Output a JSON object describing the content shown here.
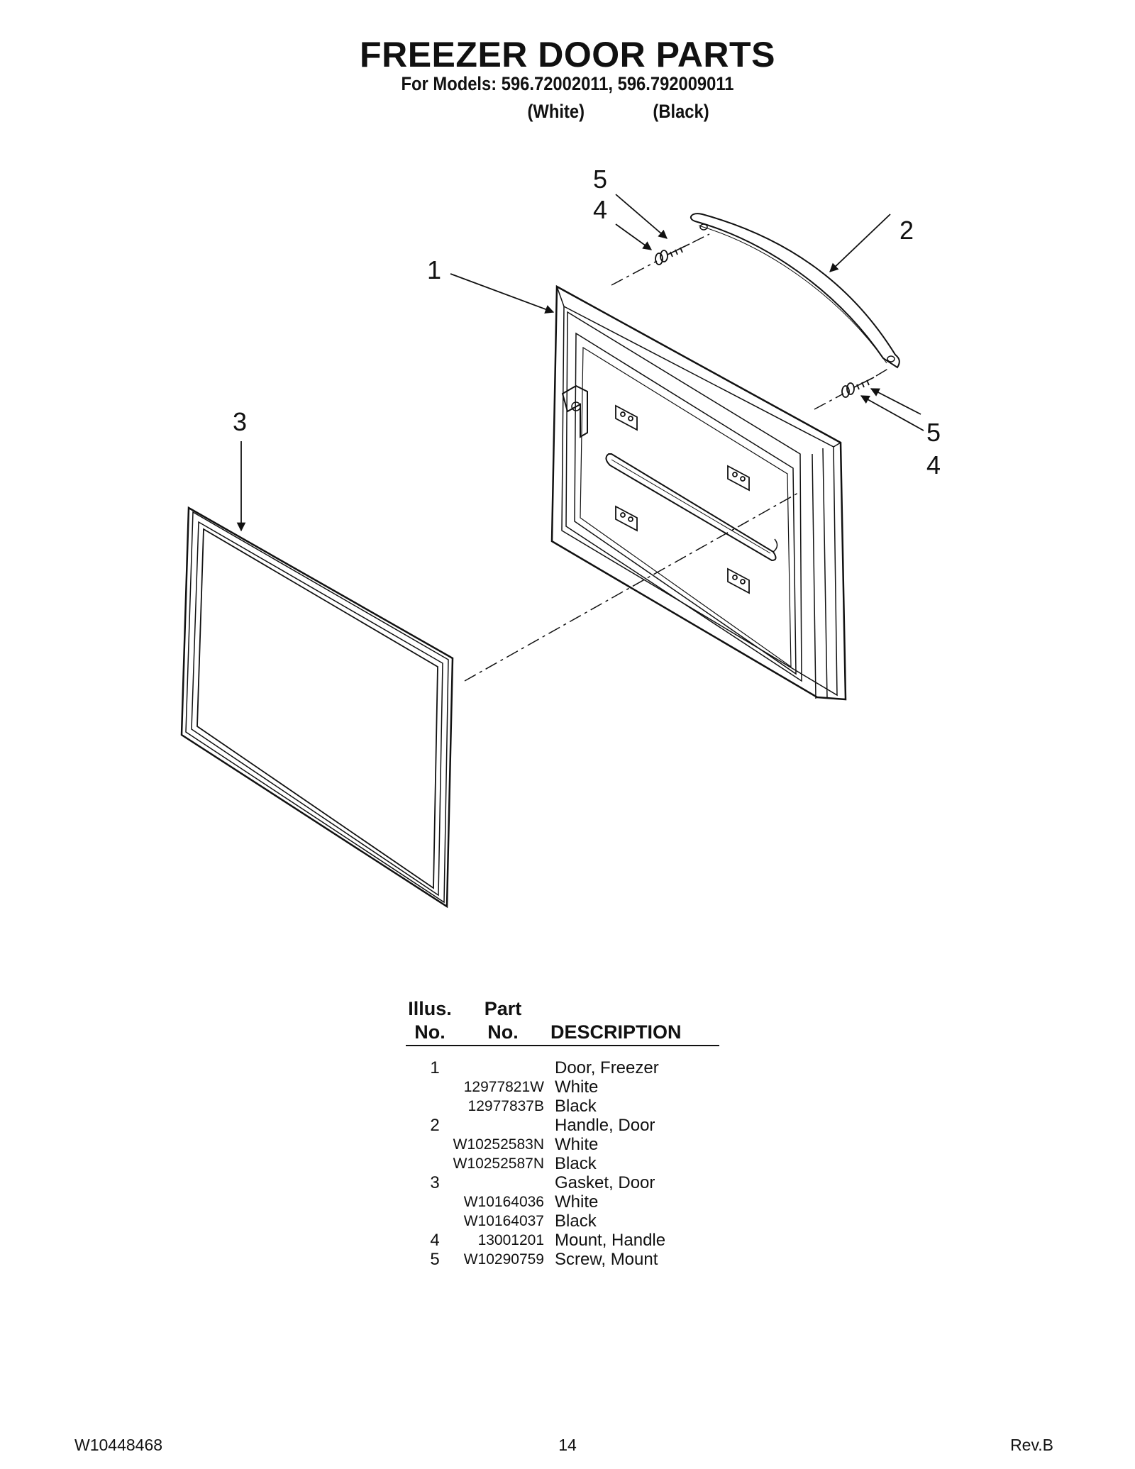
{
  "header": {
    "title": "FREEZER DOOR PARTS",
    "subtitle": "For Models: 596.72002011, 596.792009011",
    "variant_white": "(White)",
    "variant_black": "(Black)"
  },
  "diagram": {
    "callouts": [
      "1",
      "2",
      "3",
      "4",
      "5",
      "4",
      "5"
    ]
  },
  "parts_table": {
    "headers": {
      "illus_line1": "Illus.",
      "illus_line2": "No.",
      "part_line1": "Part",
      "part_line2": "No.",
      "description": "DESCRIPTION"
    },
    "rows": [
      {
        "illus": "1",
        "part": "",
        "desc": "Door, Freezer"
      },
      {
        "illus": "",
        "part": "12977821W",
        "desc": "White"
      },
      {
        "illus": "",
        "part": "12977837B",
        "desc": "Black"
      },
      {
        "illus": "2",
        "part": "",
        "desc": "Handle, Door"
      },
      {
        "illus": "",
        "part": "W10252583N",
        "desc": "White"
      },
      {
        "illus": "",
        "part": "W10252587N",
        "desc": "Black"
      },
      {
        "illus": "3",
        "part": "",
        "desc": "Gasket, Door"
      },
      {
        "illus": "",
        "part": "W10164036",
        "desc": "White"
      },
      {
        "illus": "",
        "part": "W10164037",
        "desc": "Black"
      },
      {
        "illus": "4",
        "part": "13001201",
        "desc": "Mount, Handle"
      },
      {
        "illus": "5",
        "part": "W10290759",
        "desc": "Screw, Mount"
      }
    ]
  },
  "footer": {
    "doc_number": "W10448468",
    "page_number": "14",
    "revision": "Rev.B"
  }
}
